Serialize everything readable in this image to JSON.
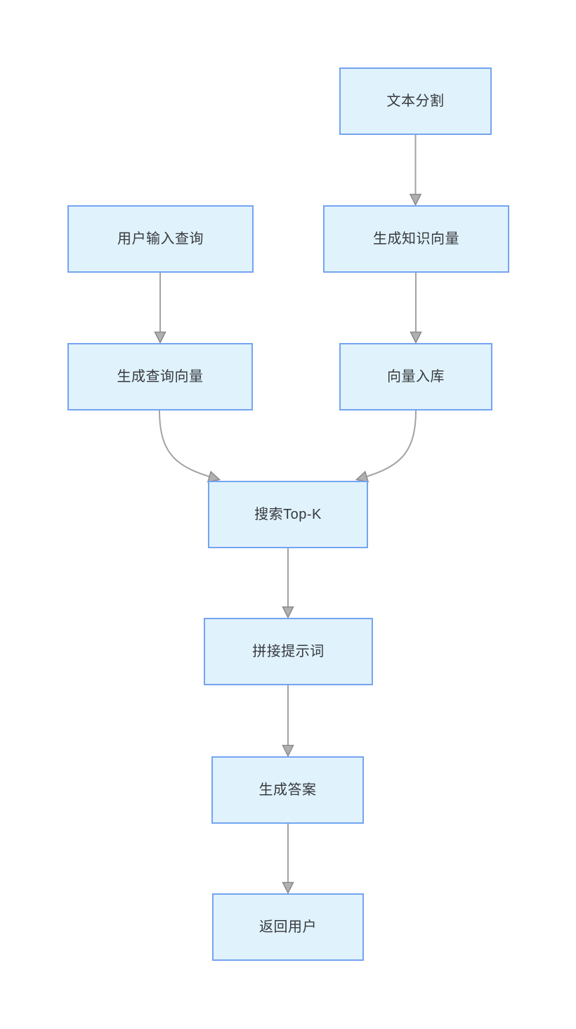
{
  "diagram": {
    "type": "flowchart",
    "background": "#ffffff",
    "style": {
      "node_fill": "#e0f2fc",
      "node_border": "#74a4f2",
      "node_text_color": "#36393d",
      "arrow_color": "#a3a3a3",
      "arrowhead_fill": "#b0b0b0",
      "arrowhead_stroke": "#8a8a8a"
    },
    "nodes": [
      {
        "id": "text-split",
        "label": "文本分割"
      },
      {
        "id": "user-query",
        "label": "用户输入查询"
      },
      {
        "id": "gen-knowledge-vec",
        "label": "生成知识向量"
      },
      {
        "id": "gen-query-vec",
        "label": "生成查询向量"
      },
      {
        "id": "vector-store",
        "label": "向量入库"
      },
      {
        "id": "search-topk",
        "label": "搜索Top-K"
      },
      {
        "id": "concat-prompt",
        "label": "拼接提示词"
      },
      {
        "id": "gen-answer",
        "label": "生成答案"
      },
      {
        "id": "return-user",
        "label": "返回用户"
      }
    ],
    "edges": [
      {
        "from": "text-split",
        "to": "gen-knowledge-vec",
        "shape": "straight"
      },
      {
        "from": "user-query",
        "to": "gen-query-vec",
        "shape": "straight"
      },
      {
        "from": "gen-knowledge-vec",
        "to": "vector-store",
        "shape": "straight"
      },
      {
        "from": "gen-query-vec",
        "to": "search-topk",
        "shape": "curved"
      },
      {
        "from": "vector-store",
        "to": "search-topk",
        "shape": "curved"
      },
      {
        "from": "search-topk",
        "to": "concat-prompt",
        "shape": "straight"
      },
      {
        "from": "concat-prompt",
        "to": "gen-answer",
        "shape": "straight"
      },
      {
        "from": "gen-answer",
        "to": "return-user",
        "shape": "straight"
      }
    ]
  }
}
